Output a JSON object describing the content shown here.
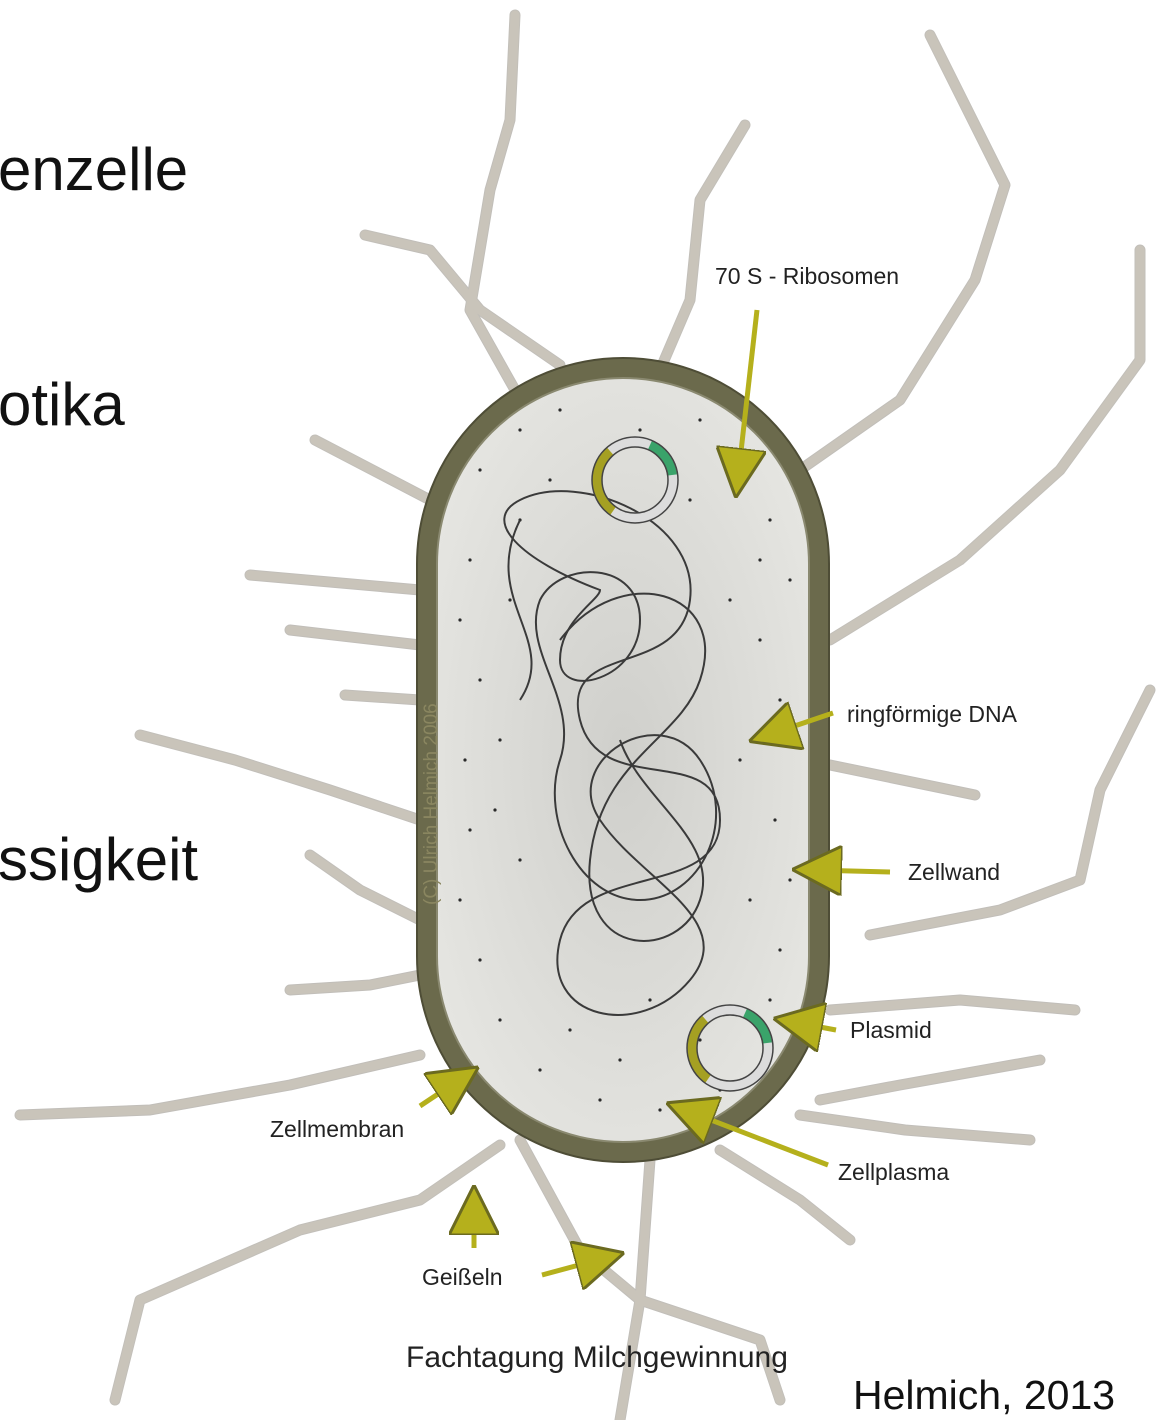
{
  "slide": {
    "partial_lines": [
      "enzelle",
      "otika",
      "ssigkeit"
    ],
    "footer": "Fachtagung Milchgewinnung",
    "credit": "Helmich, 2013"
  },
  "diagram": {
    "watermark": "(C) Ulrich Helmich 2006",
    "labels": {
      "ribosomen": "70 S - Ribosomen",
      "dna": "ringförmige DNA",
      "zellwand": "Zellwand",
      "plasmid": "Plasmid",
      "zellmembran": "Zellmembran",
      "zellplasma": "Zellplasma",
      "geisseln": "Geißeln"
    },
    "colors": {
      "cell_wall": "#6b6a4c",
      "cytoplasm": "#dcdcd8",
      "arrow": "#b5b01c",
      "flagella": "#c9c4ba",
      "dna": "#3a3a3a"
    }
  }
}
